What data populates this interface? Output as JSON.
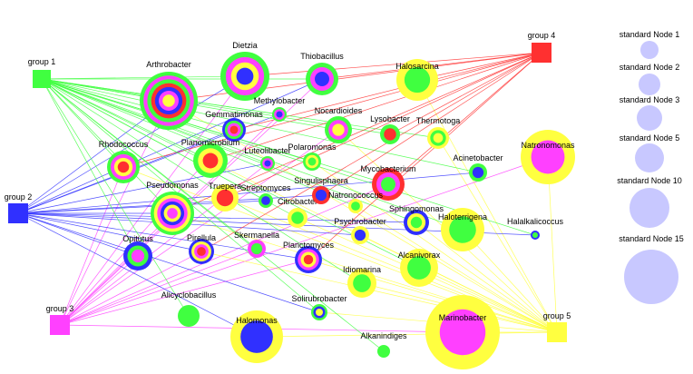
{
  "colors": {
    "green": "#40ff40",
    "blue": "#3030ff",
    "magenta": "#ff40ff",
    "yellow": "#ffff40",
    "red": "#ff3030",
    "standard": "#c8c8ff",
    "group1": "#40ff40",
    "group2": "#3030ff",
    "group3": "#ff40ff",
    "group4": "#ff3030",
    "group5": "#ffff40"
  },
  "groups": [
    {
      "id": "g1",
      "label": "group 1",
      "color": "green"
    },
    {
      "id": "g2",
      "label": "group 2",
      "color": "blue"
    },
    {
      "id": "g3",
      "label": "group 3",
      "color": "magenta"
    },
    {
      "id": "g4",
      "label": "group 4",
      "color": "red"
    },
    {
      "id": "g5",
      "label": "group 5",
      "color": "yellow"
    }
  ],
  "legend": [
    {
      "label": "standard Node 1"
    },
    {
      "label": "standard Node 2"
    },
    {
      "label": "standard Node 3"
    },
    {
      "label": "standard Node 5"
    },
    {
      "label": "standard Node 10"
    },
    {
      "label": "standard Node 15"
    }
  ],
  "nodes": [
    {
      "label": "Arthrobacter",
      "rings": [
        "green",
        "magenta",
        "green",
        "red",
        "blue",
        "magenta",
        "yellow"
      ]
    },
    {
      "label": "Dietzia",
      "rings": [
        "green",
        "magenta",
        "yellow",
        "blue"
      ]
    },
    {
      "label": "Thiobacillus",
      "rings": [
        "green",
        "magenta",
        "blue"
      ]
    },
    {
      "label": "Halosarcina",
      "rings": [
        "yellow",
        "green"
      ]
    },
    {
      "label": "Methylobacter",
      "rings": [
        "green",
        "magenta",
        "blue"
      ]
    },
    {
      "label": "Gemmatimonas",
      "rings": [
        "blue",
        "green",
        "magenta",
        "red"
      ]
    },
    {
      "label": "Nocardioides",
      "rings": [
        "green",
        "magenta",
        "yellow"
      ]
    },
    {
      "label": "Lysobacter",
      "rings": [
        "green",
        "red"
      ]
    },
    {
      "label": "Thermotoga",
      "rings": [
        "yellow",
        "green",
        "yellow"
      ]
    },
    {
      "label": "Natronomonas",
      "rings": [
        "yellow",
        "magenta"
      ]
    },
    {
      "label": "Rhodococcus",
      "rings": [
        "green",
        "magenta",
        "yellow",
        "red"
      ]
    },
    {
      "label": "Planomicrobium",
      "rings": [
        "green",
        "yellow",
        "red"
      ]
    },
    {
      "label": "Luteolibacter",
      "rings": [
        "green",
        "magenta",
        "blue"
      ]
    },
    {
      "label": "Polaromonas",
      "rings": [
        "green",
        "yellow",
        "green"
      ]
    },
    {
      "label": "Mycobacterium",
      "rings": [
        "red",
        "magenta",
        "green"
      ]
    },
    {
      "label": "Acinetobacter",
      "rings": [
        "green",
        "blue"
      ]
    },
    {
      "label": "Pseudomonas",
      "rings": [
        "green",
        "yellow",
        "magenta",
        "blue",
        "yellow",
        "magenta"
      ]
    },
    {
      "label": "Truepera",
      "rings": [
        "yellow",
        "red"
      ]
    },
    {
      "label": "Streptomyces",
      "rings": [
        "green",
        "blue"
      ]
    },
    {
      "label": "Citrobacter",
      "rings": [
        "yellow",
        "green"
      ]
    },
    {
      "label": "Singulisphaera",
      "rings": [
        "red",
        "blue"
      ]
    },
    {
      "label": "Natronococcus",
      "rings": [
        "yellow",
        "green"
      ]
    },
    {
      "label": "Sphingomonas",
      "rings": [
        "blue",
        "yellow",
        "green"
      ]
    },
    {
      "label": "Haloterrigena",
      "rings": [
        "yellow",
        "green"
      ]
    },
    {
      "label": "Halalkalicoccus",
      "rings": [
        "blue",
        "green"
      ]
    },
    {
      "label": "Psychrobacter",
      "rings": [
        "yellow",
        "blue"
      ]
    },
    {
      "label": "Opitutus",
      "rings": [
        "blue",
        "green",
        "magenta"
      ]
    },
    {
      "label": "Pirellula",
      "rings": [
        "blue",
        "yellow",
        "magenta",
        "red"
      ]
    },
    {
      "label": "Skermanella",
      "rings": [
        "magenta",
        "green"
      ]
    },
    {
      "label": "Planctomyces",
      "rings": [
        "blue",
        "magenta",
        "yellow",
        "red"
      ]
    },
    {
      "label": "Alcanivorax",
      "rings": [
        "yellow",
        "green"
      ]
    },
    {
      "label": "Idiomarina",
      "rings": [
        "yellow",
        "green"
      ]
    },
    {
      "label": "Alicyclobacillus",
      "rings": [
        "green"
      ]
    },
    {
      "label": "Solirubrobacter",
      "rings": [
        "green",
        "blue",
        "yellow"
      ]
    },
    {
      "label": "Halomonas",
      "rings": [
        "yellow",
        "blue"
      ]
    },
    {
      "label": "Marinobacter",
      "rings": [
        "yellow",
        "magenta"
      ]
    },
    {
      "label": "Alkanindiges",
      "rings": [
        "green"
      ]
    }
  ]
}
